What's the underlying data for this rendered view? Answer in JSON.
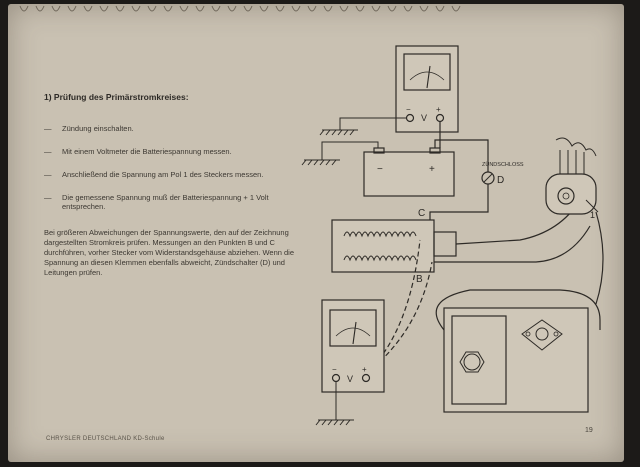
{
  "document": {
    "heading": "1)  Prüfung des Primärstromkreises:",
    "steps": [
      {
        "marker": "—",
        "text": "Zündung einschalten."
      },
      {
        "marker": "—",
        "text": "Mit einem Voltmeter die Batteriespannung messen."
      },
      {
        "marker": "—",
        "text": "Anschließend die Spannung am Pol 1 des Steckers messen."
      },
      {
        "marker": "—",
        "text": "Die gemessene Spannung muß der Batteriespannung + 1 Volt entsprechen."
      }
    ],
    "paragraph": "Bei größeren Abweichungen der Spannungswerte, den auf der Zeichnung dargestellten Stromkreis prüfen. Messungen an den Punkten B und C durchführen, vorher Stecker vom Widerstandsgehäuse abziehen. Wenn die Spannung an diesen Klemmen ebenfalls abweicht, Zündschalter (D) und Leitungen prüfen.",
    "footer": "CHRYSLER DEUTSCHLAND KD-Schule",
    "page_number": "19"
  },
  "diagram": {
    "top_meter": {
      "minus": "−",
      "unit": "V",
      "plus": "+"
    },
    "battery": {
      "minus": "−",
      "plus": "+"
    },
    "ignition_switch": {
      "label": "ZÜNDSCHLOSS",
      "letter": "D"
    },
    "resistor_point_c": "C",
    "resistor_point_b": "B",
    "bottom_meter": {
      "minus": "−",
      "unit": "V",
      "plus": "+"
    },
    "connector_pin": "1"
  }
}
